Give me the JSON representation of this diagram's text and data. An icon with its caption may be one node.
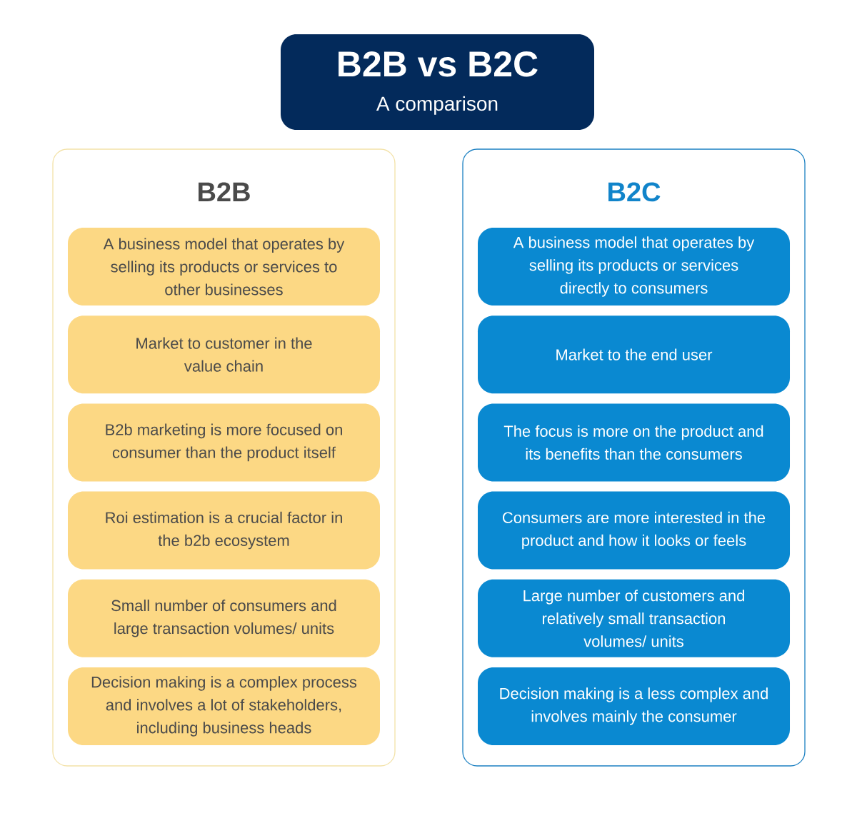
{
  "diagram": {
    "nodes": [
      {
        "text": [
          "B2B vs B2C",
          "A comparison"
        ]
      },
      {
        "text": [
          "B2B"
        ]
      },
      {
        "text": [
          "A business model that operates by selling its products or services to other businesses"
        ],
        "in": 1
      },
      {
        "text": [
          "Market to customer in the value chain"
        ],
        "in": 1
      },
      {
        "text": [
          "B2b marketing is more focused on consumer than the product itself"
        ],
        "in": 1
      },
      {
        "text": [
          "Roi estimation is a crucial factor in the b2b ecosystem"
        ],
        "in": 1
      },
      {
        "text": [
          "Small number of consumers and large transaction volumes/ units"
        ],
        "in": 1
      },
      {
        "text": [
          "Decision making is a complex process and involves a lot of stakeholders, including business heads"
        ],
        "in": 1
      },
      {
        "text": [
          "B2C"
        ]
      },
      {
        "text": [
          "A business model that operates by selling its products or services directly to consumers"
        ],
        "in": 8
      },
      {
        "text": [
          "Market to the end user"
        ],
        "in": 8
      },
      {
        "text": [
          "The focus is more on the product and its benefits than the consumers"
        ],
        "in": 8
      },
      {
        "text": [
          "Consumers are more interested in the product and how it looks or feels"
        ],
        "in": 8
      },
      {
        "text": [
          "Large number of customers and relatively small transaction volumes/ units"
        ],
        "in": 8
      },
      {
        "text": [
          "Decision making is a less complex and involves mainly the consumer"
        ],
        "in": 8
      }
    ]
  }
}
